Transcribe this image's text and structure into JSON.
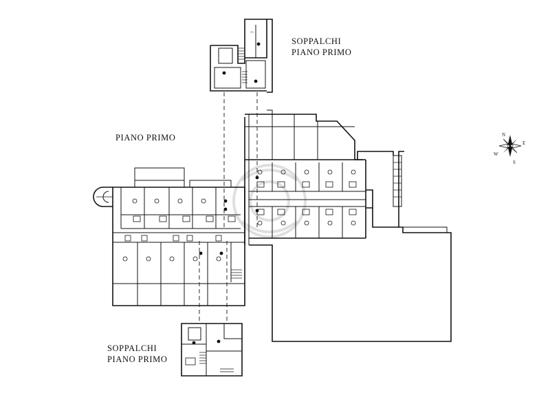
{
  "labels": {
    "mezzanine_top": [
      "SOPPALCHI",
      "PIANO PRIMO"
    ],
    "first_floor": "PIANO PRIMO",
    "mezzanine_bottom": [
      "SOPPALCHI",
      "PIANO PRIMO"
    ]
  },
  "compass": {
    "letters": [
      "N",
      "E",
      "S",
      "W"
    ]
  },
  "colors": {
    "ink": "#111111",
    "paper": "#ffffff",
    "watermark": "#b9b9b9"
  }
}
